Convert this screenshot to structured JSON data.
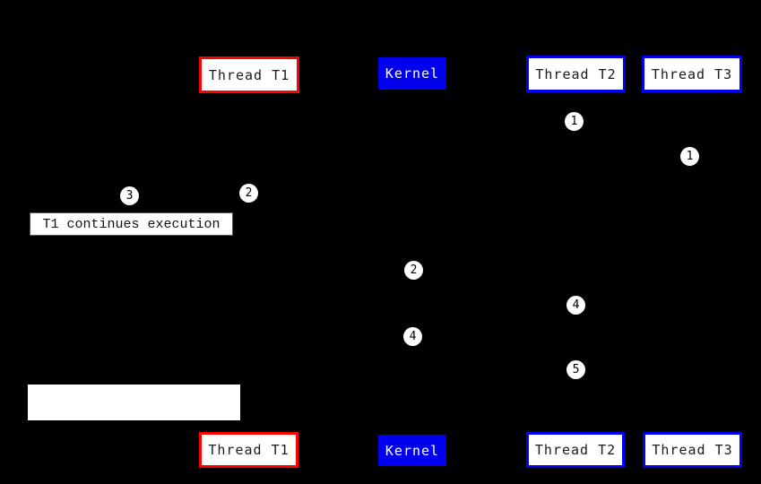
{
  "boxes": {
    "thread_t1": "Thread T1",
    "kernel": "Kernel",
    "thread_t2": "Thread T2",
    "thread_t3": "Thread T3"
  },
  "markers": {
    "step1_t2": "1",
    "step1_t3": "1",
    "step2_t1": "2",
    "step3_t1": "3",
    "step2_kernel": "2",
    "step4_kernel": "4",
    "step4_t2": "4",
    "step5_t2": "5"
  },
  "note": {
    "text": "T1 continues execution"
  },
  "colors": {
    "background": "#000000",
    "thread_t1_border": "#ff0000",
    "thread_t2_t3_border": "#0000ee",
    "kernel_fill": "#0000ee",
    "box_fill": "#ffffff",
    "box_text": "#1a1a1a",
    "kernel_text": "#ffffff",
    "marker_fill": "#ffffff",
    "marker_text": "#000000"
  }
}
